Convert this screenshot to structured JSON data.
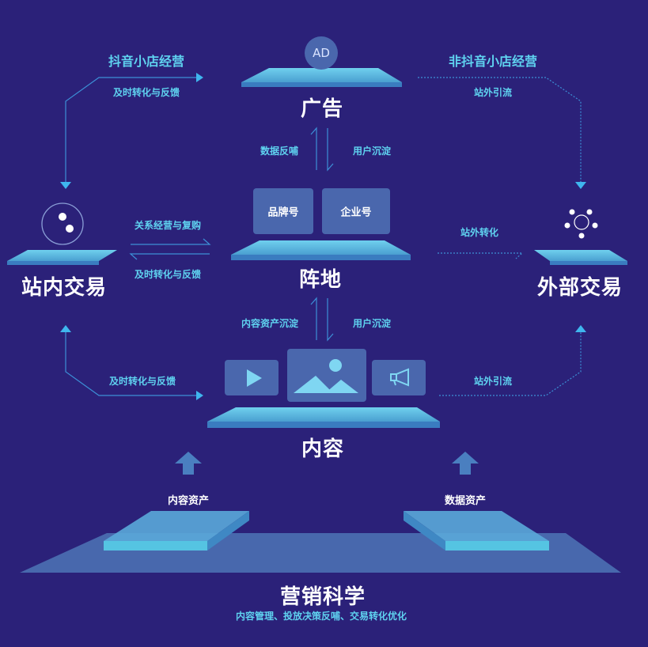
{
  "nodes": {
    "ad": {
      "label": "广告",
      "badge": "AD"
    },
    "zhendi": {
      "label": "阵地",
      "boxes": [
        "品牌号",
        "企业号"
      ]
    },
    "neirong": {
      "label": "内容"
    },
    "zhannei": {
      "label": "站内交易"
    },
    "waibu": {
      "label": "外部交易"
    },
    "yingxiao": {
      "label": "营销科学",
      "subtitle": "内容管理、投放决策反哺、交易转化优化"
    }
  },
  "edges": {
    "top_left_title": "抖音小店经营",
    "top_left_sub": "及时转化与反馈",
    "top_right_title": "非抖音小店经营",
    "top_right_sub": "站外引流",
    "ad_down": "数据反哺",
    "ad_up": "用户沉淀",
    "mid_left_top": "关系经营与复购",
    "mid_left_bottom": "及时转化与反馈",
    "mid_right": "站外转化",
    "content_up_left": "内容资产沉淀",
    "content_up_right": "用户沉淀",
    "bottom_left": "及时转化与反馈",
    "bottom_right": "站外引流"
  },
  "assets": {
    "left": "内容资产",
    "right": "数据资产"
  },
  "colors": {
    "background": "#2b2179",
    "accent": "#5fd3f0",
    "box": "#4a67ad",
    "plate": "#4fb3d8"
  }
}
